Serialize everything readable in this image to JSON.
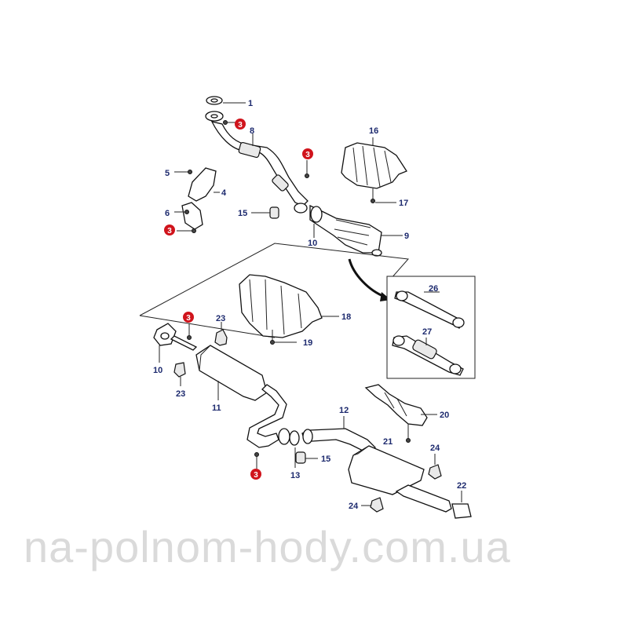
{
  "labels": {
    "l1": "1",
    "l3a": "3",
    "l3b": "3",
    "l3c": "3",
    "l3d": "3",
    "l3e": "3",
    "l4": "4",
    "l5": "5",
    "l6": "6",
    "l8": "8",
    "l9": "9",
    "l10a": "10",
    "l10b": "10",
    "l11": "11",
    "l12": "12",
    "l13": "13",
    "l15a": "15",
    "l15b": "15",
    "l16": "16",
    "l17": "17",
    "l18": "18",
    "l19": "19",
    "l20": "20",
    "l21": "21",
    "l22": "22",
    "l23a": "23",
    "l23b": "23",
    "l24a": "24",
    "l24b": "24",
    "l26": "26",
    "l27": "27"
  },
  "colors": {
    "label": "#1d2a6e",
    "marker": "#d0141c",
    "line": "#222222"
  },
  "watermark": "na-polnom-hody.com.ua"
}
